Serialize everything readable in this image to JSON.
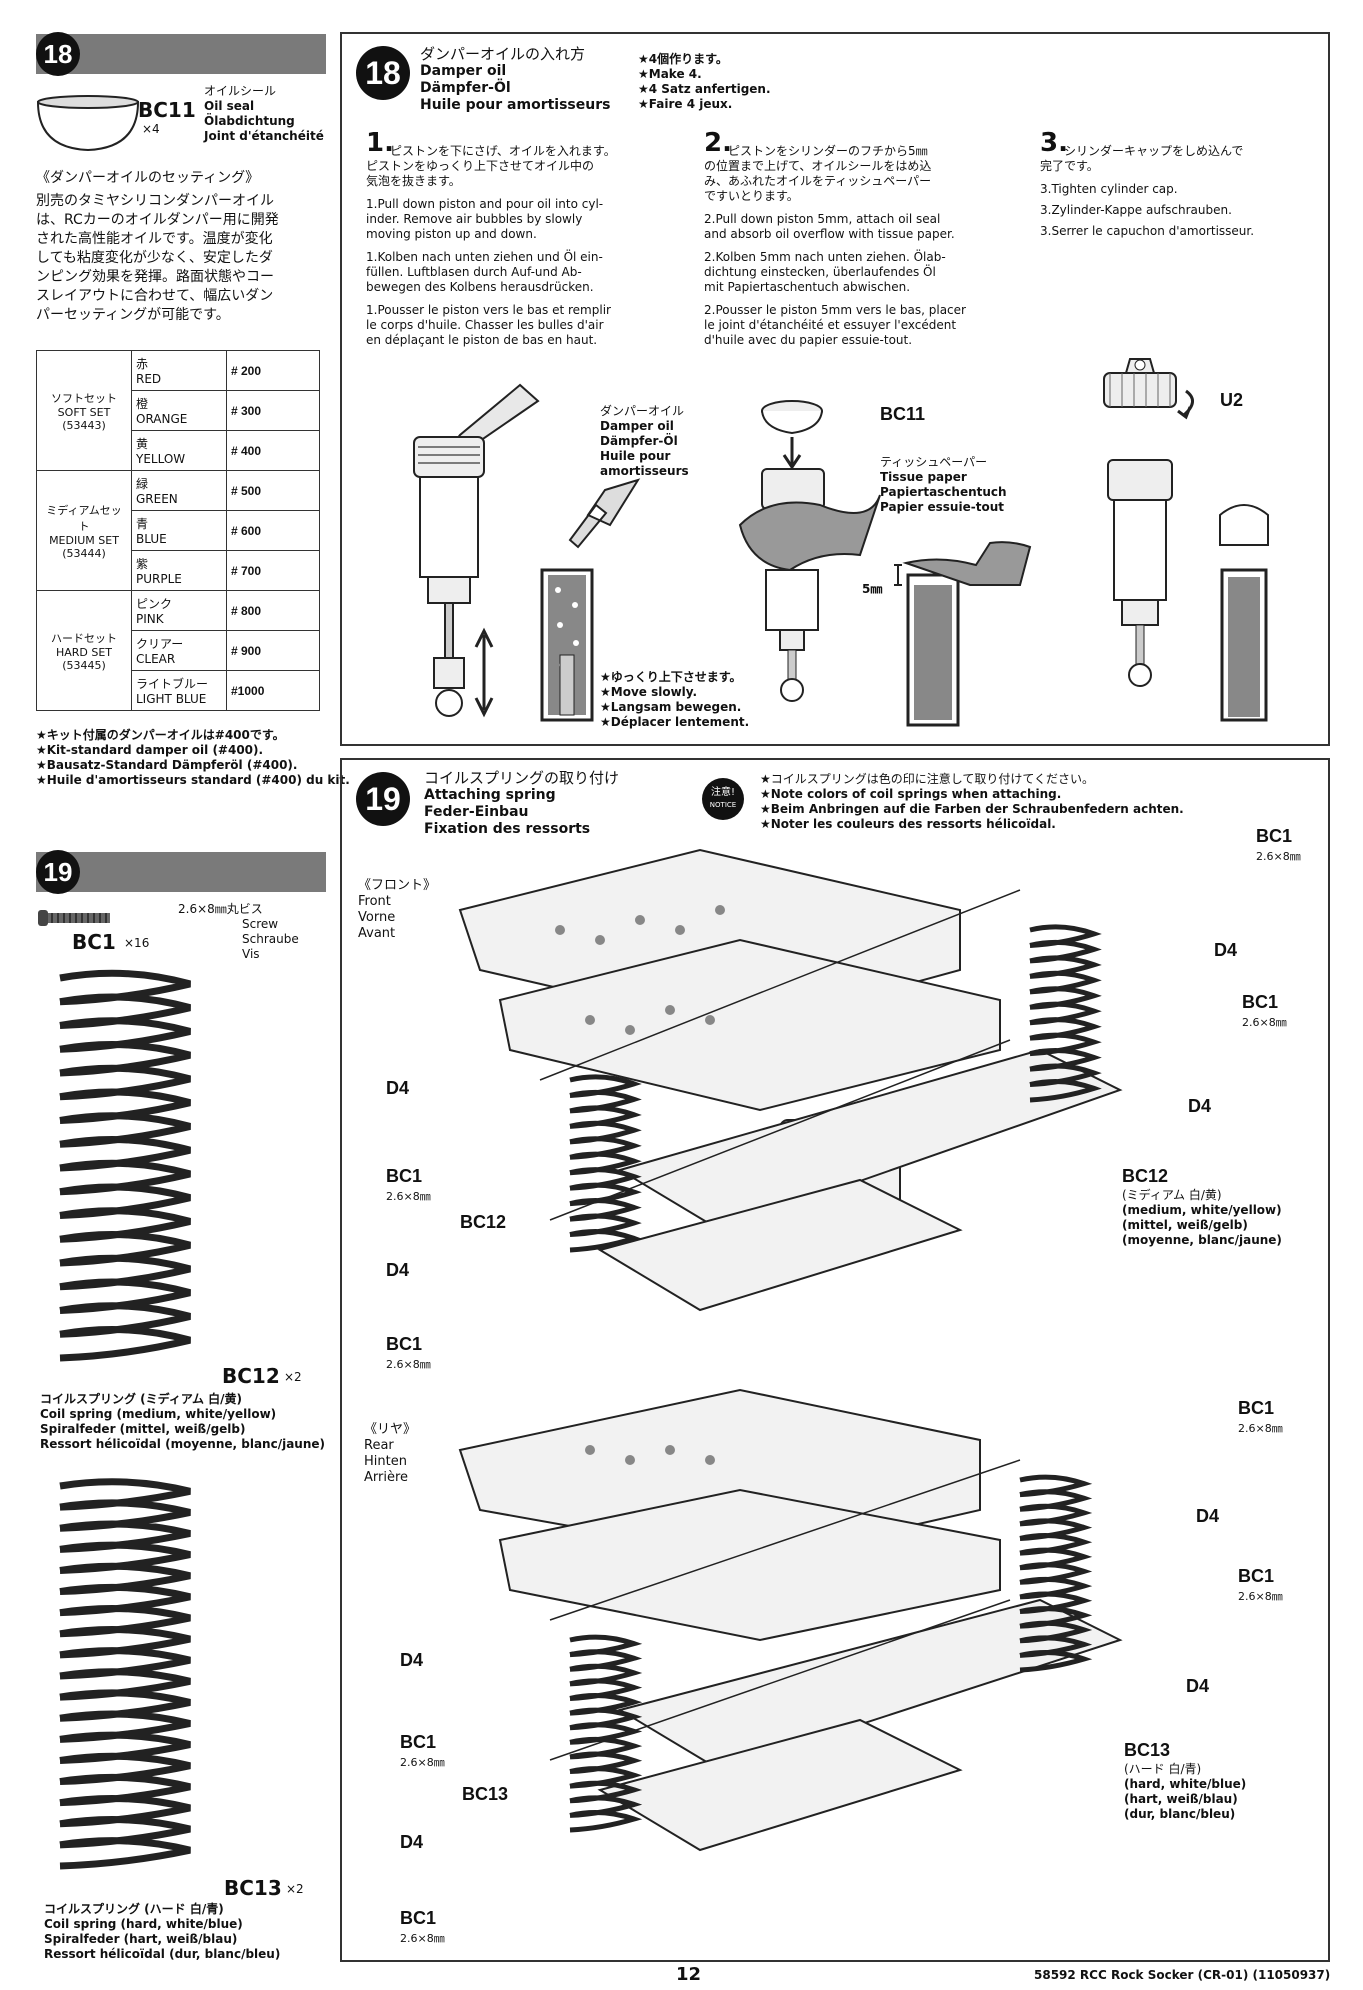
{
  "left18": {
    "step": "18",
    "part_code": "BC11",
    "part_qty": "×4",
    "part_names": [
      "オイルシール",
      "Oil seal",
      "Ölabdichtung",
      "Joint d'étanchéité"
    ],
    "setting_title": "《ダンパーオイルのセッティング》",
    "setting_text": [
      "別売のタミヤシリコンダンパーオイル",
      "は、RCカーのオイルダンパー用に開発",
      "された高性能オイルです。温度が変化",
      "しても粘度変化が少なく、安定したダ",
      "ンピング効果を発揮。路面状態やコー",
      "スレイアウトに合わせて、幅広いダン",
      "パーセッティングが可能です。"
    ],
    "oil_groups": [
      {
        "name": [
          "ソフトセット",
          "SOFT SET",
          "(53443)"
        ],
        "rows": [
          {
            "jp": "赤",
            "en": "RED",
            "num": "# 200"
          },
          {
            "jp": "橙",
            "en": "ORANGE",
            "num": "# 300"
          },
          {
            "jp": "黄",
            "en": "YELLOW",
            "num": "# 400"
          }
        ]
      },
      {
        "name": [
          "ミディアムセット",
          "MEDIUM SET",
          "(53444)"
        ],
        "rows": [
          {
            "jp": "緑",
            "en": "GREEN",
            "num": "# 500"
          },
          {
            "jp": "青",
            "en": "BLUE",
            "num": "# 600"
          },
          {
            "jp": "紫",
            "en": "PURPLE",
            "num": "# 700"
          }
        ]
      },
      {
        "name": [
          "ハードセット",
          "HARD SET",
          "(53445)"
        ],
        "rows": [
          {
            "jp": "ピンク",
            "en": "PINK",
            "num": "# 800"
          },
          {
            "jp": "クリアー",
            "en": "CLEAR",
            "num": "# 900"
          },
          {
            "jp": "ライトブルー",
            "en": "LIGHT BLUE",
            "num": "#1000"
          }
        ]
      }
    ],
    "kit_notes": [
      "★キット付属のダンパーオイルは#400です。",
      "★Kit-standard damper oil (#400).",
      "★Bausatz-Standard Dämpferöl (#400).",
      "★Huile d'amortisseurs standard (#400) du kit."
    ]
  },
  "left19": {
    "step": "19",
    "screw_desc": [
      "2.6×8㎜丸ビス",
      "Screw",
      "Schraube",
      "Vis"
    ],
    "screw_code": "BC1",
    "screw_qty": "×16",
    "bc12_code": "BC12",
    "bc12_qty": "×2",
    "bc12_desc": [
      "コイルスプリング (ミディアム 白/黄)",
      "Coil spring (medium, white/yellow)",
      "Spiralfeder (mittel, weiß/gelb)",
      "Ressort hélicoïdal  (moyenne, blanc/jaune)"
    ],
    "bc13_code": "BC13",
    "bc13_qty": "×2",
    "bc13_desc": [
      "コイルスプリング (ハード 白/青)",
      "Coil spring (hard, white/blue)",
      "Spiralfeder (hart, weiß/blau)",
      "Ressort hélicoïdal (dur, blanc/bleu)"
    ]
  },
  "main18": {
    "step": "18",
    "title": [
      "ダンパーオイルの入れ方",
      "Damper oil",
      "Dämpfer-Öl",
      "Huile pour amortisseurs"
    ],
    "make": [
      "★4個作ります。",
      "★Make 4.",
      "★4 Satz anfertigen.",
      "★Faire 4 jeux."
    ],
    "step1_num": "1.",
    "step1": [
      "ピストンを下にさげ、オイルを入れます。",
      "ピストンをゆっくり上下させてオイル中の",
      "気泡を抜きます。",
      "",
      "1.Pull down piston and pour oil into cyl-",
      "inder. Remove air bubbles by slowly",
      "moving piston up and down.",
      "",
      "1.Kolben nach unten ziehen und Öl ein-",
      "füllen. Luftblasen durch Auf-und Ab-",
      "bewegen des Kolbens herausdrücken.",
      "",
      "1.Pousser le piston vers le bas et remplir",
      "le corps d'huile. Chasser les bulles d'air",
      "en déplaçant le piston de bas en haut."
    ],
    "step2_num": "2.",
    "step2": [
      "ピストンをシリンダーのフチから5㎜",
      "の位置まで上げて、オイルシールをはめ込",
      "み、あふれたオイルをティッシュペーパー",
      "ですいとります。",
      "",
      "2.Pull down piston 5mm, attach oil seal",
      "and absorb oil overflow with tissue paper.",
      "",
      "2.Kolben 5mm nach unten ziehen. Ölab-",
      "dichtung einstecken, überlaufendes Öl",
      "mit Papiertaschentuch abwischen.",
      "",
      "2.Pousser le piston 5mm vers le bas, placer",
      "le joint d'étanchéité et essuyer l'excédent",
      "d'huile avec du papier essuie-tout."
    ],
    "step3_num": "3.",
    "step3": [
      "シリンダーキャップをしめ込んで",
      "完了です。",
      "",
      "3.Tighten cylinder cap.",
      "",
      "3.Zylinder-Kappe aufschrauben.",
      "",
      "3.Serrer le capuchon d'amortisseur."
    ],
    "oil_label": [
      "ダンパーオイル",
      "Damper oil",
      "Dämpfer-Öl",
      "Huile pour",
      "amortisseurs"
    ],
    "bc11": "BC11",
    "tissue": [
      "ティッシュペーパー",
      "Tissue paper",
      "Papiertaschentuch",
      "Papier essuie-tout"
    ],
    "five_mm": "5㎜",
    "u2": "U2",
    "slow": [
      "★ゆっくり上下させます。",
      "★Move slowly.",
      "★Langsam bewegen.",
      "★Déplacer lentement."
    ]
  },
  "main19": {
    "step": "19",
    "title": [
      "コイルスプリングの取り付け",
      "Attaching spring",
      "Feder-Einbau",
      "Fixation des ressorts"
    ],
    "notice_badge": [
      "注意!",
      "NOTICE"
    ],
    "notice": [
      "★コイルスプリングは色の印に注意して取り付けてください。",
      "★Note colors of coil springs when attaching.",
      "★Beim Anbringen auf die Farben der Schraubenfedern achten.",
      "★Noter les couleurs des ressorts hélicoïdal."
    ],
    "front": [
      "《フロント》",
      "Front",
      "Vorne",
      "Avant"
    ],
    "rear": [
      "《リヤ》",
      "Rear",
      "Hinten",
      "Arrière"
    ],
    "bc1": "BC1",
    "bc1_size": "2.6×8㎜",
    "d4": "D4",
    "bc12": "BC12",
    "bc12_desc": [
      "(ミディアム 白/黄)",
      "(medium, white/yellow)",
      "(mittel, weiß/gelb)",
      "(moyenne, blanc/jaune)"
    ],
    "bc13": "BC13",
    "bc13_desc": [
      "(ハード 白/青)",
      "(hard, white/blue)",
      "(hart, weiß/blau)",
      "(dur, blanc/bleu)"
    ]
  },
  "footer": {
    "page": "12",
    "model": "58592 RCC Rock Socker (CR-01) (11050937)"
  }
}
